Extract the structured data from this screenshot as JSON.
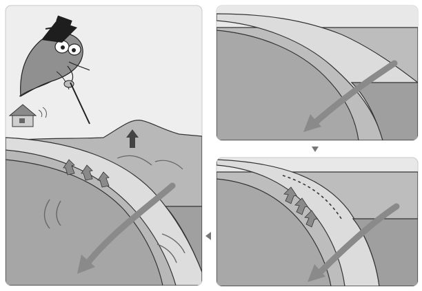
{
  "figure": {
    "panels": [
      {
        "id": "subduction-locked",
        "description_hidden": true
      },
      {
        "id": "strain-accumulation",
        "description_hidden": true
      },
      {
        "id": "earthquake-rebound",
        "description_hidden": true
      }
    ],
    "colors": {
      "background": "#ffffff",
      "panel_bg": "#ececec",
      "sky": "#e6e6e6",
      "plate": "#a9a9a9",
      "plate_dark": "#9a9a9a",
      "overriding_plate": "#b9b9b9",
      "slab_band": "#dcdcdc",
      "arrow": "#8a8a8a",
      "outline": "#2a2a2a",
      "catfish_body": "#8f8f8f",
      "bubble": "#ffffff"
    },
    "icons": [
      "catfish-professor-icon",
      "house-icon",
      "pointer-stick-icon",
      "uplift-arrow-icon",
      "push-arrow-icon",
      "subduction-arrow-icon",
      "step-triangle-icon"
    ]
  }
}
